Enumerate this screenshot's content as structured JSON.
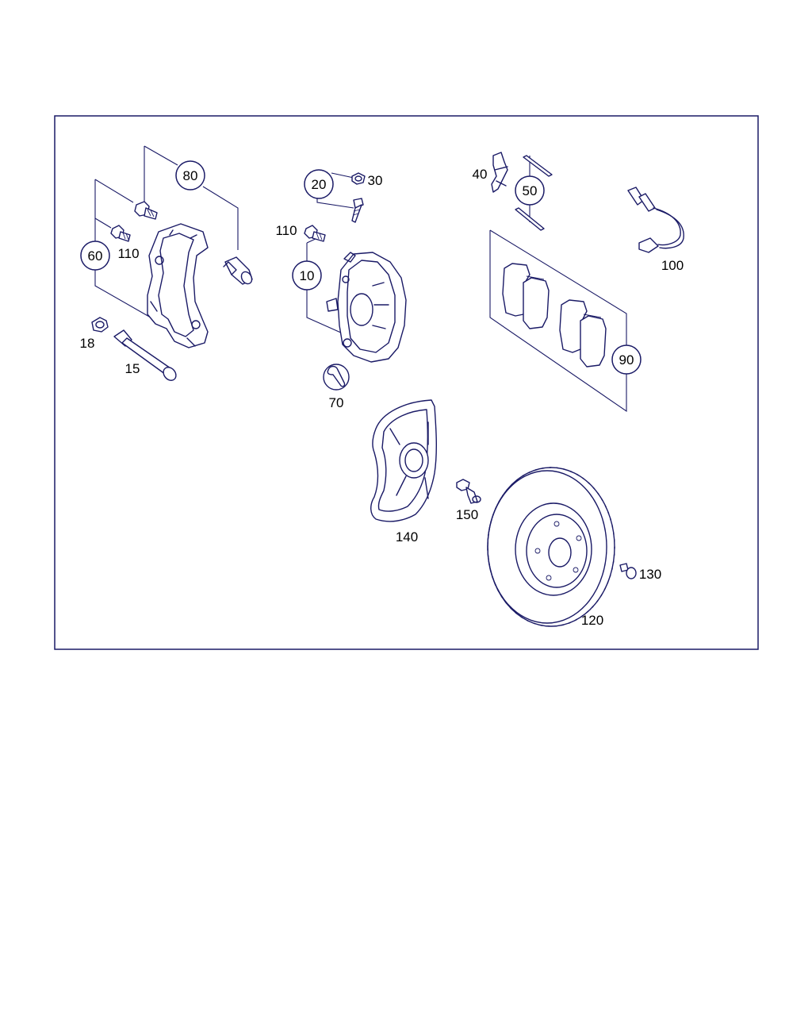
{
  "diagram": {
    "part_labels": {
      "p18": "18",
      "p15": "15",
      "p110a": "110",
      "p110b": "110",
      "p30": "30",
      "p40": "40",
      "p100": "100",
      "p70": "70",
      "p150": "150",
      "p140": "140",
      "p130": "130",
      "p120": "120"
    },
    "callouts": {
      "c80": "80",
      "c60": "60",
      "c20": "20",
      "c10": "10",
      "c50": "50",
      "c90": "90"
    },
    "colors": {
      "line": "#1a1a66",
      "text": "#000000",
      "background": "#ffffff"
    }
  }
}
